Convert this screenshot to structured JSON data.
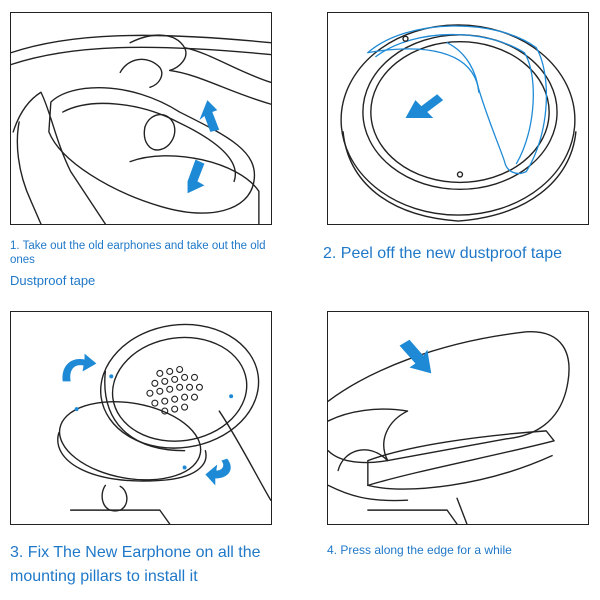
{
  "steps": [
    {
      "caption": "1. Take out the old earphones and take out the old ones",
      "sub": "Dustproof tape"
    },
    {
      "caption": "2. Peel off the new dustproof tape"
    },
    {
      "caption": "3. Fix The New Earphone on all the mounting pillars to install it"
    },
    {
      "caption": "4. Press along the edge for a while"
    }
  ],
  "colors": {
    "accent": "#1f78c8",
    "arrow": "#1e8ad6",
    "line": "#222222"
  },
  "icons": [
    "hand-illustration",
    "earpad-illustration",
    "arrow-icon",
    "tape-illustration",
    "speaker-grille-illustration"
  ]
}
